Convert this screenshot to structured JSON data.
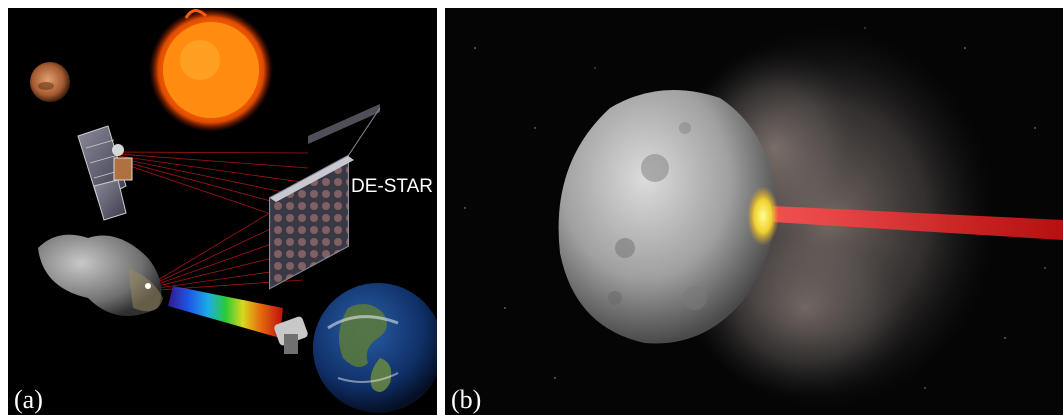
{
  "figure": {
    "panel_a": {
      "label": "(a)",
      "annotation": "DE-STAR"
    },
    "panel_b": {
      "label": "(b)"
    },
    "colors": {
      "space": "#000000",
      "laser_red": "#d42020",
      "sun_orange": "#ff7a00",
      "asteroid_gray": "#a8a8a8"
    }
  }
}
